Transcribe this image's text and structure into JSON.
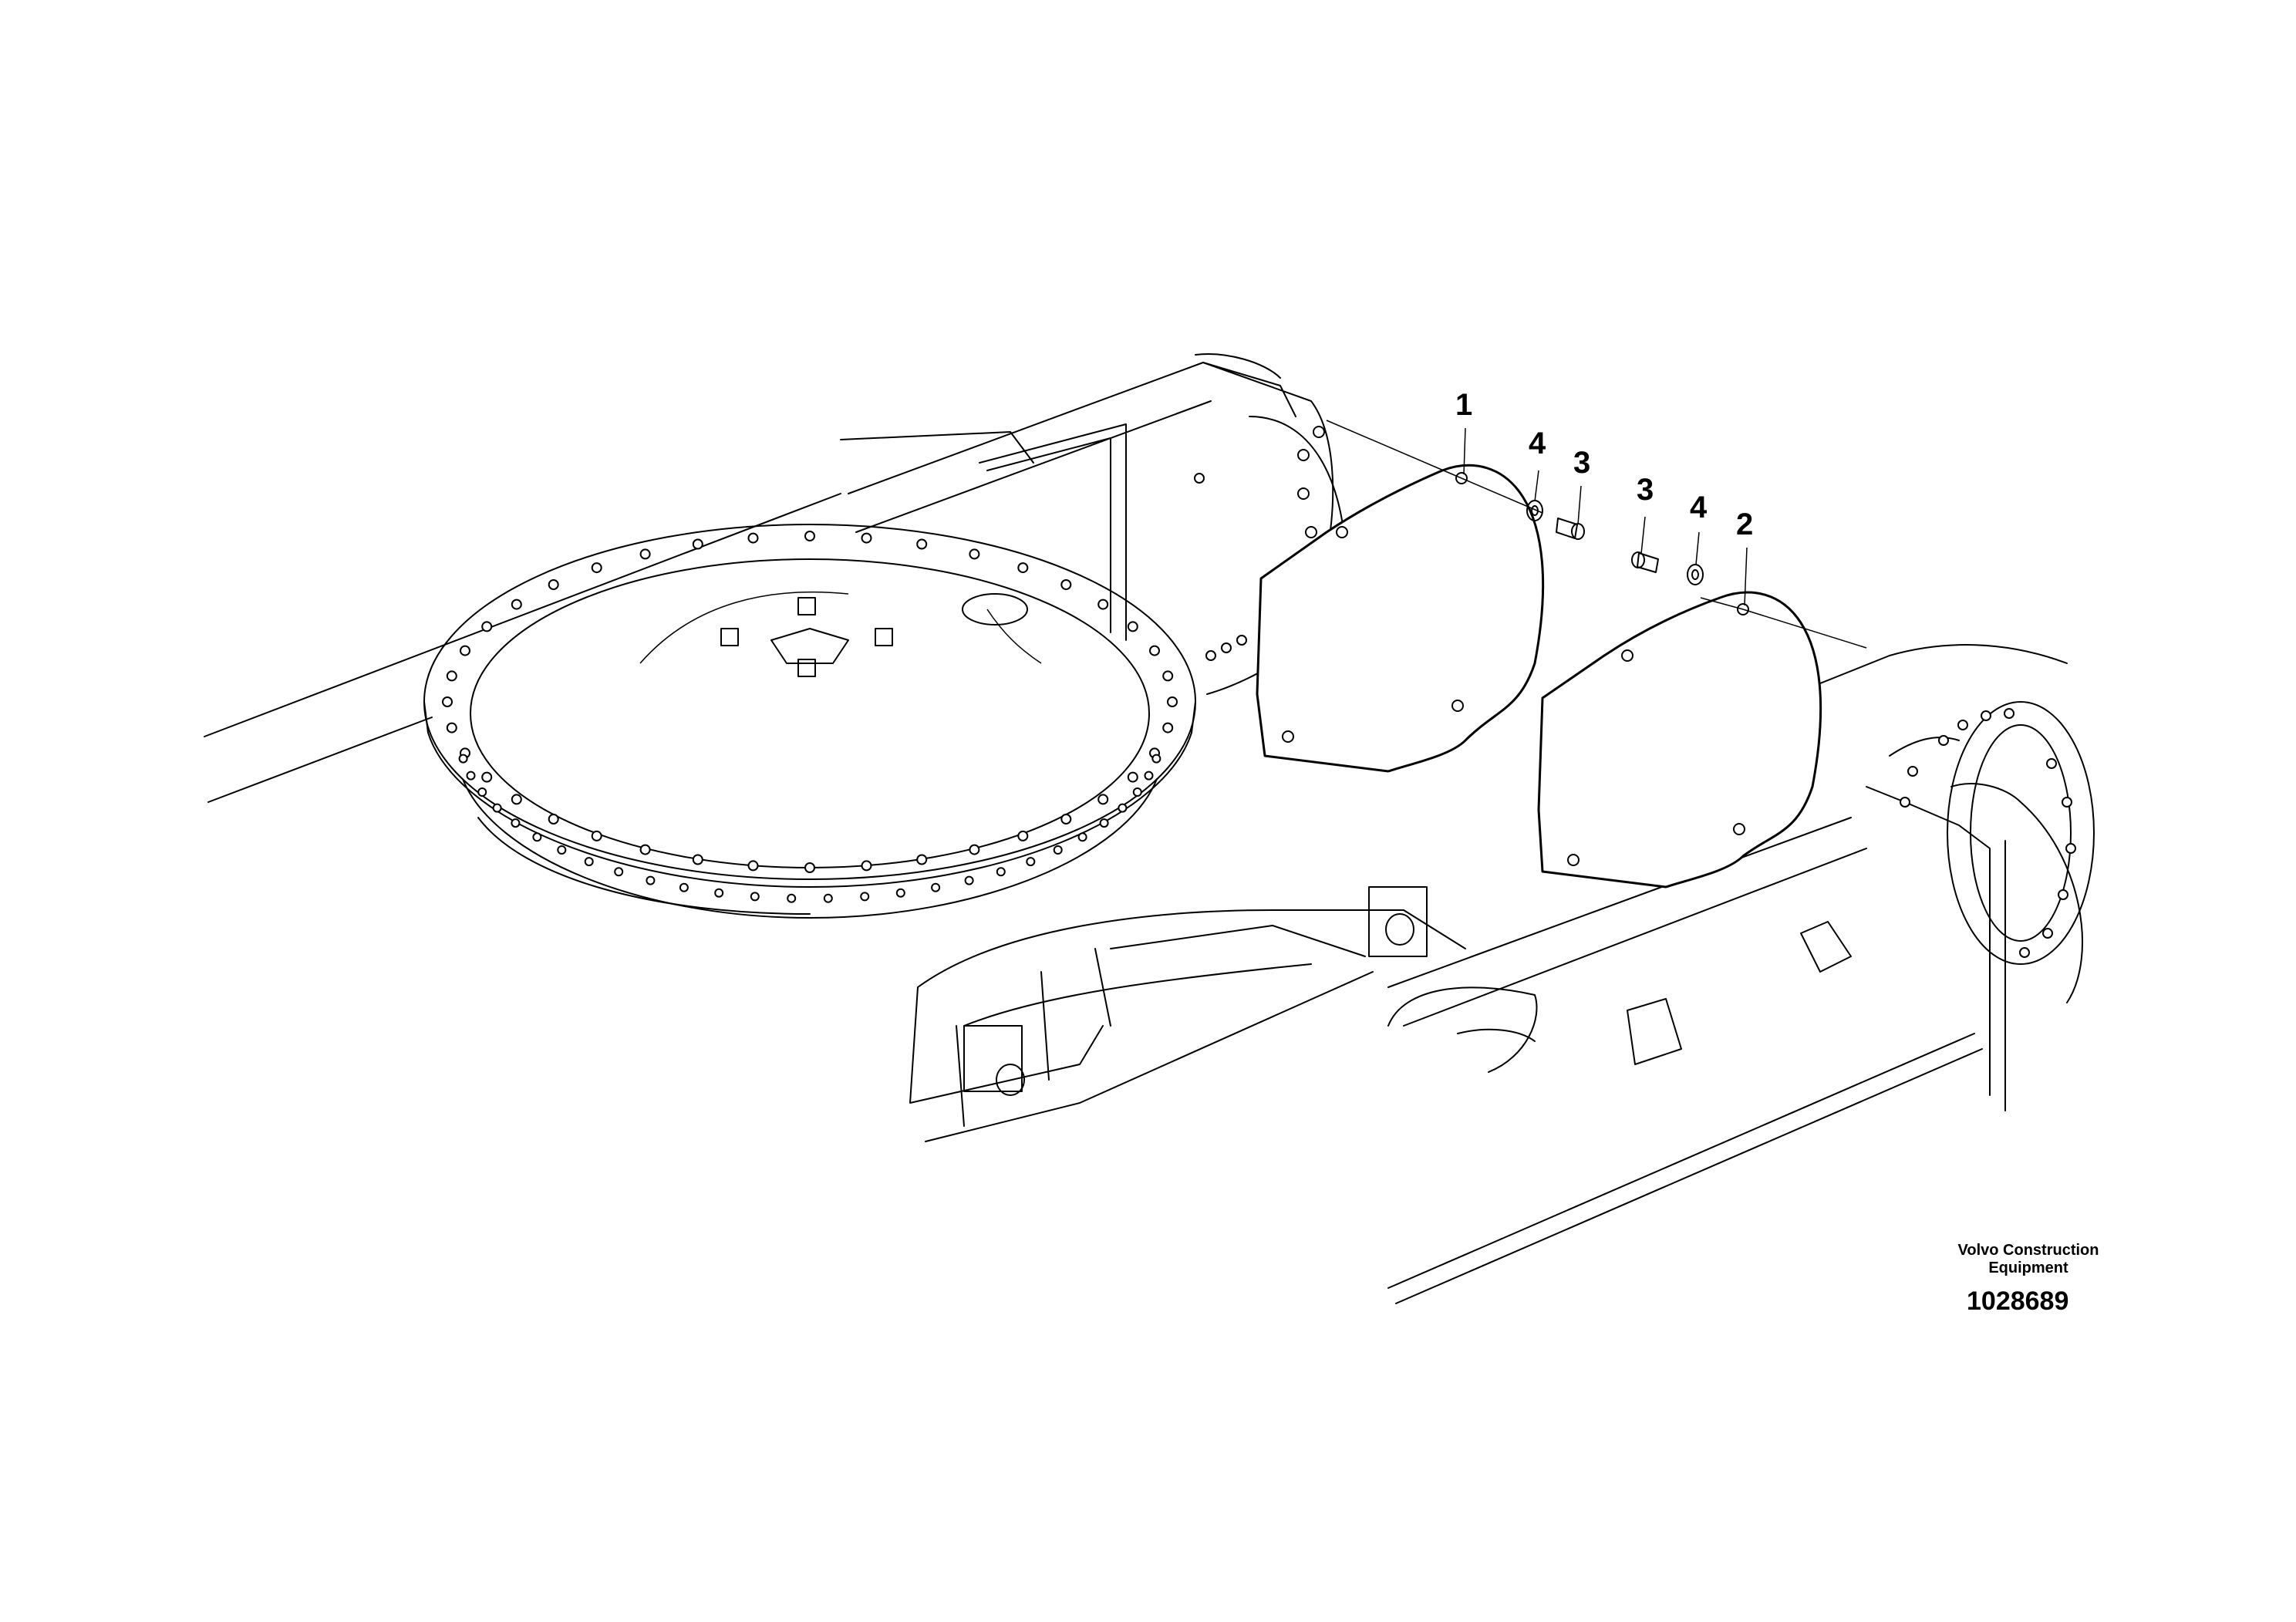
{
  "callouts": {
    "c1": "1",
    "c2": "2",
    "c3a": "3",
    "c3b": "3",
    "c4a": "4",
    "c4b": "4"
  },
  "brand": {
    "line1": "Volvo Construction",
    "line2": "Equipment"
  },
  "document_number": "1028689"
}
